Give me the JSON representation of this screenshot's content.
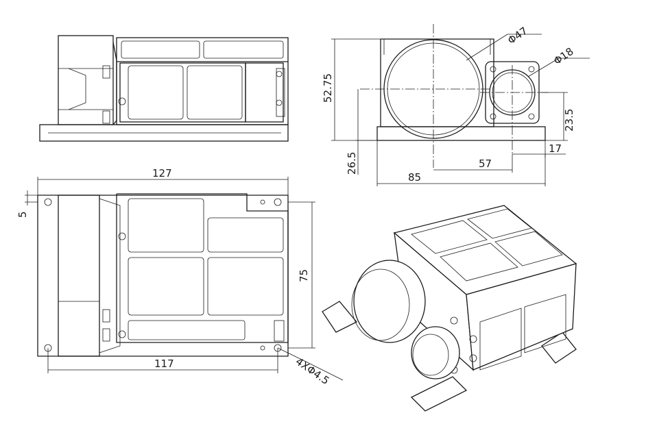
{
  "dimensions": {
    "d_lens_large": "Φ47",
    "d_lens_small": "Φ18",
    "height_total": "52.75",
    "height_small_lens": "23.5",
    "offset_small_lens": "17",
    "height_large_lens": "26.5",
    "distance_lens_centers": "57",
    "width_front": "85",
    "length_total": "127",
    "flange_offset": "5",
    "depth_body": "75",
    "hole_spacing": "117",
    "mount_holes": "4XΦ4.5"
  },
  "colors": {
    "line": "#1a1a1a",
    "background": "#ffffff"
  }
}
